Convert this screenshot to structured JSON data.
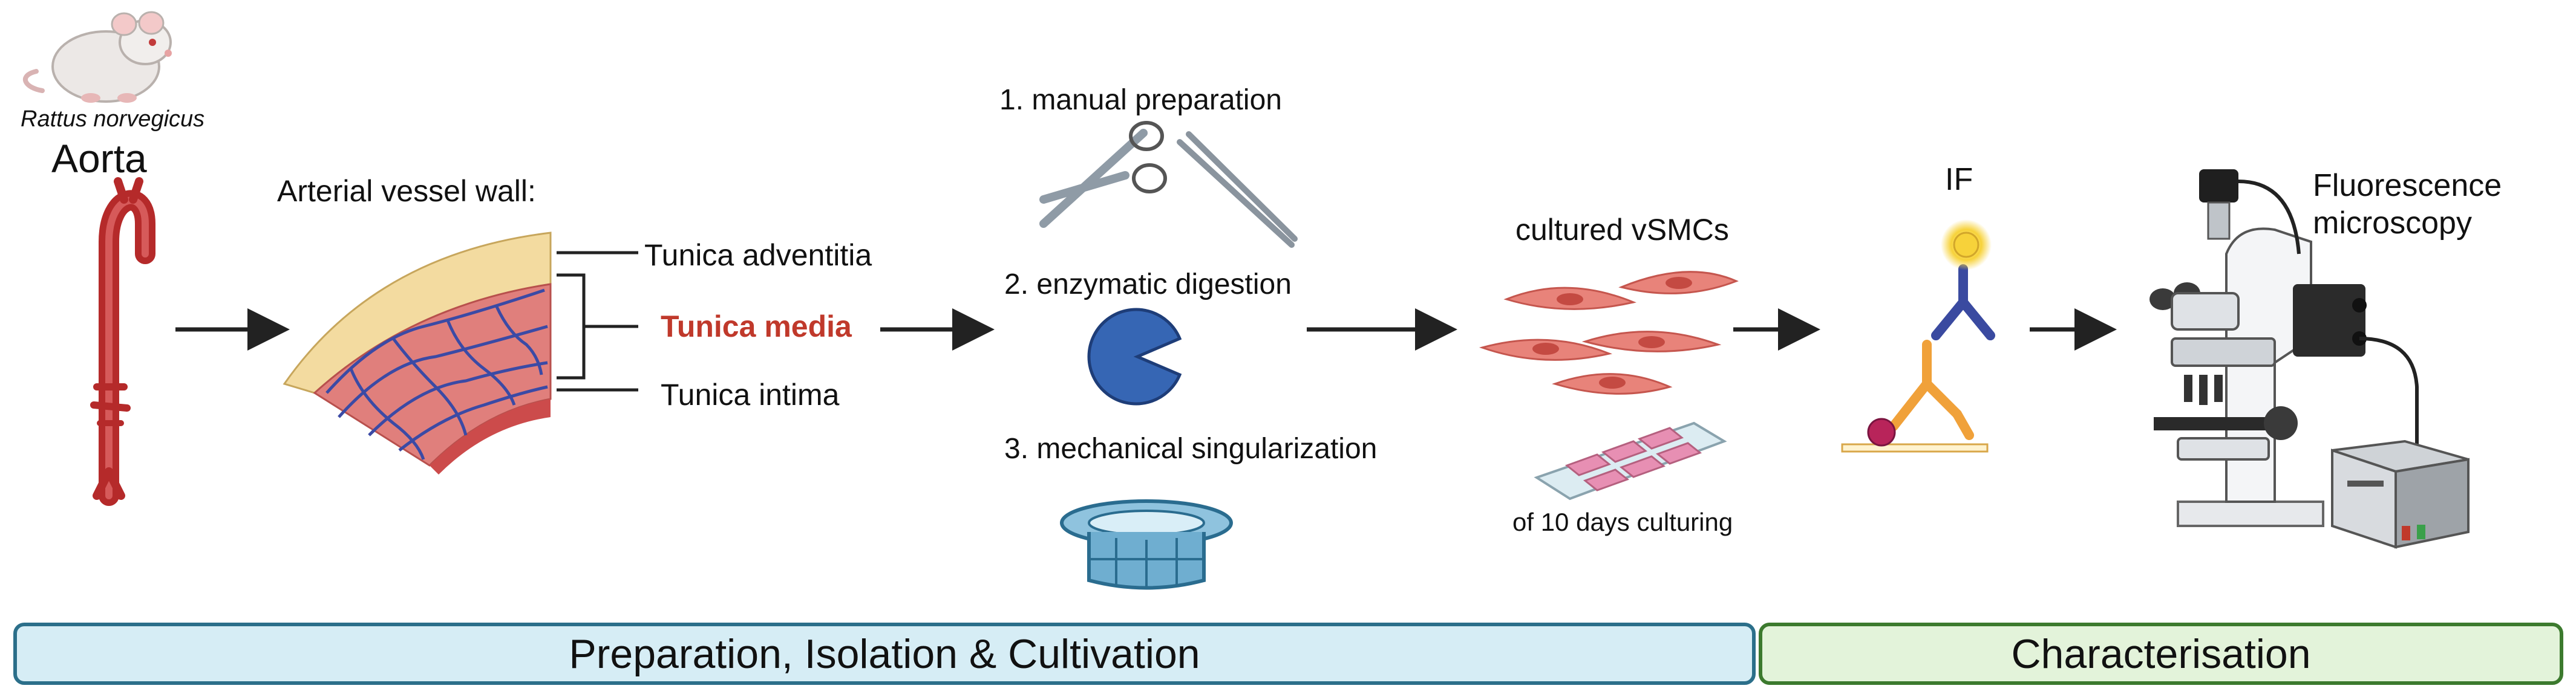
{
  "rat": {
    "species": "Rattus norvegicus"
  },
  "aorta": {
    "label": "Aorta"
  },
  "vessel_wall": {
    "title": "Arterial vessel wall:",
    "layers": [
      "Tunica adventitia",
      "Tunica media",
      "Tunica intima"
    ],
    "highlight_color": "#c0392b"
  },
  "isolation": {
    "steps": [
      "1.  manual preparation",
      "2. enzymatic digestion",
      "3. mechanical singularization"
    ]
  },
  "culture": {
    "title": "cultured vSMCs",
    "caption": "of 10 days culturing"
  },
  "if_stain": {
    "label": "IF"
  },
  "microscopy": {
    "label_line1": "Fluorescence",
    "label_line2": "microscopy"
  },
  "phases": [
    {
      "label": "Preparation, Isolation & Cultivation",
      "fill": "#d6edf5",
      "border": "#2b6f8a"
    },
    {
      "label": "Characterisation",
      "fill": "#e3f3da",
      "border": "#3c7a2e"
    }
  ],
  "icons": [
    "rat-icon",
    "aorta-icon",
    "vessel-wall-icon",
    "scissors-icon",
    "tweezers-icon",
    "enzyme-pacman-icon",
    "cell-strainer-icon",
    "smooth-muscle-cells-icon",
    "chamber-slide-icon",
    "antibody-icon",
    "fluorophore-icon",
    "microscope-icon",
    "power-supply-icon"
  ]
}
